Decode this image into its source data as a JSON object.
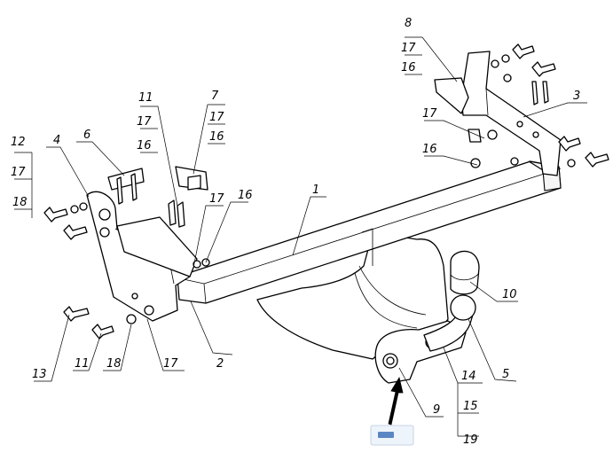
{
  "callouts": [
    {
      "id": "c1",
      "text": "1"
    },
    {
      "id": "c2",
      "text": "2"
    },
    {
      "id": "c3",
      "text": "3"
    },
    {
      "id": "c4",
      "text": "4"
    },
    {
      "id": "c5",
      "text": "5"
    },
    {
      "id": "c6",
      "text": "6"
    },
    {
      "id": "c7",
      "text": "7"
    },
    {
      "id": "c7a",
      "text": "17"
    },
    {
      "id": "c7b",
      "text": "16"
    },
    {
      "id": "c8",
      "text": "8"
    },
    {
      "id": "c8a",
      "text": "17"
    },
    {
      "id": "c8b",
      "text": "16"
    },
    {
      "id": "c9",
      "text": "9"
    },
    {
      "id": "c10",
      "text": "10"
    },
    {
      "id": "c11",
      "text": "11"
    },
    {
      "id": "c11a",
      "text": "17"
    },
    {
      "id": "c11b",
      "text": "16"
    },
    {
      "id": "c11c",
      "text": "11"
    },
    {
      "id": "c12",
      "text": "12"
    },
    {
      "id": "c12a",
      "text": "17"
    },
    {
      "id": "c12b",
      "text": "18"
    },
    {
      "id": "c13",
      "text": "13"
    },
    {
      "id": "c14",
      "text": "14"
    },
    {
      "id": "c14a",
      "text": "15"
    },
    {
      "id": "c14b",
      "text": "19"
    },
    {
      "id": "c16",
      "text": "16"
    },
    {
      "id": "c16b",
      "text": "16"
    },
    {
      "id": "c17",
      "text": "17"
    },
    {
      "id": "c17b",
      "text": "17"
    },
    {
      "id": "c17c",
      "text": "17"
    },
    {
      "id": "c18",
      "text": "18"
    }
  ],
  "badge_color": "#5b86c4"
}
